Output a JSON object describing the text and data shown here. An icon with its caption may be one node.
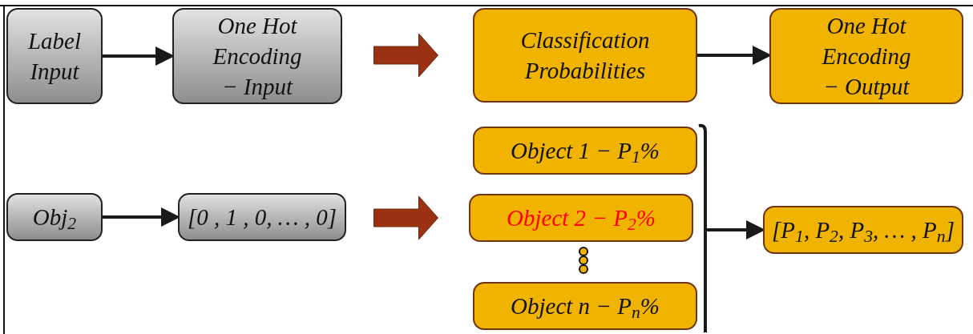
{
  "diagram": {
    "nodes": [
      {
        "text": [
          "Label Input"
        ]
      },
      {
        "text": [
          "One Hot Encoding − Input"
        ]
      },
      {
        "text": [
          "Classification Probabilities"
        ]
      },
      {
        "text": [
          "One Hot Encoding − Output"
        ]
      },
      {
        "text": [
          "Obj$_{2}$"
        ]
      },
      {
        "text": [
          "[0 , 1 , 0, … , 0]"
        ]
      },
      {
        "text": [
          "Object 1  − P$_{1}$%"
        ]
      },
      {
        "text": [
          "Object 2  − P$_{2}$%"
        ]
      },
      {
        "text": [
          "Object n  − P$_{n}$%"
        ]
      },
      {
        "text": [
          "[P$_{1}$, P$_{2}$, P$_{3}$, … , P$_{n}$]"
        ]
      }
    ],
    "edges": [
      {
        "from": 0,
        "to": 1,
        "arrow": "to"
      },
      {
        "from": 1,
        "to": 2,
        "arrow": "to",
        "style": "thick",
        "color": "#9b3113"
      },
      {
        "from": 2,
        "to": 3,
        "arrow": "to"
      },
      {
        "from": 4,
        "to": 5,
        "arrow": "to"
      },
      {
        "from": 5,
        "to": 7,
        "arrow": "to",
        "style": "thick",
        "color": "#9b3113"
      },
      {
        "from": null,
        "to": 9,
        "arrow": "to"
      }
    ]
  }
}
